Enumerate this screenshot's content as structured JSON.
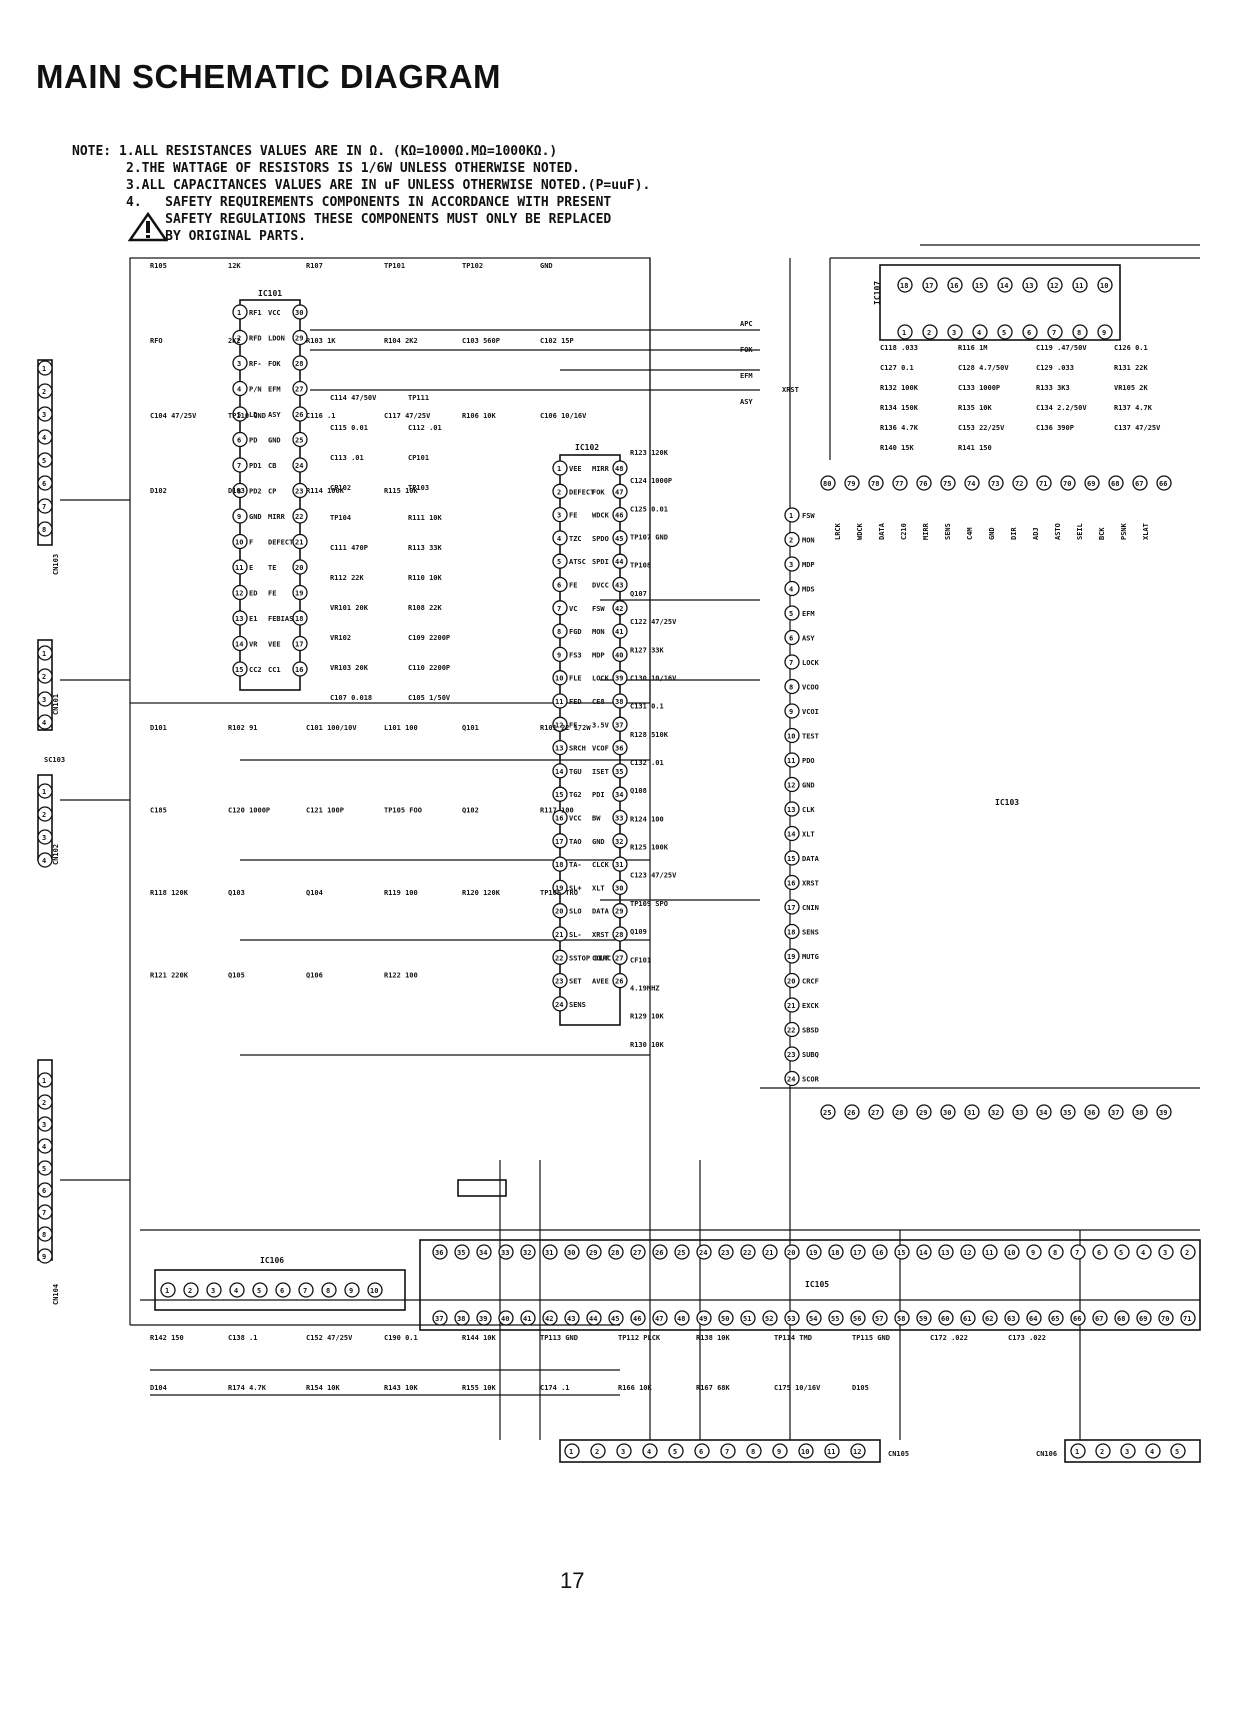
{
  "title": "MAIN SCHEMATIC DIAGRAM",
  "notes": {
    "label": "NOTE:",
    "lines": [
      "1.ALL RESISTANCES VALUES ARE IN Ω. (KΩ=1000Ω.MΩ=1000KΩ.)",
      "2.THE WATTAGE OF RESISTORS IS 1/6W UNLESS OTHERWISE NOTED.",
      "3.ALL CAPACITANCES VALUES ARE IN uF UNLESS OTHERWISE NOTED.(P=uuF).",
      "4.   SAFETY REQUIREMENTS COMPONENTS IN ACCORDANCE WITH PRESENT",
      "     SAFETY REGULATIONS THESE COMPONENTS MUST ONLY BE REPLACED",
      "     BY ORIGINAL PARTS."
    ]
  },
  "page_number": "17",
  "ics": {
    "ic101": {
      "label": "IC101",
      "pins_left": [
        "RF1",
        "RFD",
        "RF-",
        "P/N",
        "LD",
        "PD",
        "PD1",
        "PD2",
        "GND",
        "F",
        "E",
        "ED",
        "E1",
        "VR",
        "CC2"
      ],
      "pins_right": [
        "VCC",
        "LDON",
        "FOK",
        "EFM",
        "ASY",
        "GND",
        "CB",
        "CP",
        "MIRR",
        "DEFECT",
        "TE",
        "FE",
        "FEBIAS",
        "VEE",
        "CC1"
      ]
    },
    "ic102": {
      "label": "IC102",
      "pins_left": [
        "VEE",
        "DEFECT",
        "FE",
        "TZC",
        "ATSC",
        "FE",
        "VC",
        "FGD",
        "FS3",
        "FLE",
        "FED",
        "FE-",
        "SRCH",
        "TGU",
        "TG2",
        "VCC",
        "TAO",
        "TA-",
        "SL+",
        "SLO",
        "SL-",
        "SSTOP DIRC",
        "SET",
        "SENS"
      ],
      "pins_right": [
        "MIRR",
        "FOK",
        "WDCK",
        "SPDO",
        "SPDI",
        "DVCC",
        "FSW",
        "MON",
        "MDP",
        "LOCK",
        "CE8",
        "3.5V",
        "VCOF",
        "ISET",
        "PDI",
        "BW",
        "GND",
        "CLCK",
        "XLT",
        "DATA",
        "XRST",
        "COUT",
        "AVEE"
      ]
    },
    "ic103": {
      "label": "IC103",
      "pins_left": [
        "FSW",
        "MON",
        "MDP",
        "MDS",
        "EFM",
        "ASY",
        "LOCK",
        "VCOO",
        "VCOI",
        "TEST",
        "PDO",
        "GND",
        "CLK",
        "XLT",
        "DATA",
        "XRST",
        "CNIN",
        "SENS",
        "MUTG",
        "CRCF",
        "EXCK",
        "SBSD",
        "SUBQ",
        "SCOR"
      ]
    },
    "ic105": {
      "label": "IC105"
    },
    "ic106": {
      "label": "IC106"
    },
    "ic107": {
      "label": "IC107"
    }
  },
  "components": [
    "R105",
    "12K",
    "R107",
    "TP101",
    "TP102",
    "GND",
    "RFO",
    "2K2",
    "R103 1K",
    "R104 2K2",
    "C103 560P",
    "C102 15P",
    "C104 47/25V",
    "TP110 GND",
    "C116 .1",
    "C117 47/25V",
    "R106 10K",
    "C106 10/16V",
    "D102",
    "D103",
    "R114 100K",
    "R115 10K",
    "C114 47/50V",
    "TP111",
    "C115 0.01",
    "C112 .01",
    "C113 .01",
    "CP101",
    "CP102",
    "TP103",
    "TP104",
    "R111 10K",
    "C111 470P",
    "R113 33K",
    "R112 22K",
    "R110 10K",
    "VR101 20K",
    "R108 22K",
    "VR102",
    "C109 2200P",
    "VR103 20K",
    "C110 2200P",
    "C107 0.018",
    "C105 1/50V",
    "D101",
    "R102 91",
    "C101 100/10V",
    "L101 100",
    "Q101",
    "R101 22 1/2W",
    "C185",
    "C120 1000P",
    "C121 100P",
    "TP105 FOO",
    "Q102",
    "R117 100",
    "R118 120K",
    "Q103",
    "Q104",
    "R119 100",
    "R120 120K",
    "TP106 TRO",
    "R121 220K",
    "Q105",
    "Q106",
    "R122 100",
    "R123 120K",
    "C124 1000P",
    "C125 0.01",
    "TP107 GND",
    "TP108",
    "Q107",
    "C122 47/25V",
    "R127 33K",
    "C130 10/16V",
    "C131 0.1",
    "R128 510K",
    "C132 .01",
    "Q108",
    "R124 100",
    "R125 100K",
    "C123 47/25V",
    "TP109 SPO",
    "Q109",
    "CF101",
    "4.19MHZ",
    "R129 10K",
    "R130 10K",
    "C118 .033",
    "R116 1M",
    "C119 .47/50V",
    "C126 0.1",
    "C127 0.1",
    "C128 4.7/50V",
    "C129 .033",
    "R131 22K",
    "R132 100K",
    "C133 1000P",
    "R133 3K3",
    "VR105 2K",
    "R134 150K",
    "R135 10K",
    "C134 2.2/50V",
    "R137 4.7K",
    "R136 4.7K",
    "C153 22/25V",
    "C136 390P",
    "C137 47/25V",
    "R140 15K",
    "R141 150",
    "R142 150",
    "C138 .1",
    "C152 47/25V",
    "C190 0.1",
    "R144 10K",
    "TP113 GND",
    "TP112 PLCK",
    "R138 10K",
    "TP114 TMD",
    "TP115 GND",
    "C172 .022",
    "C173 .022",
    "D104",
    "R174 4.7K",
    "R154 10K",
    "R143 10K",
    "R155 10K",
    "C174 .1",
    "R166 10K",
    "R167 68K",
    "C175 10/16V",
    "D105"
  ],
  "connectors": [
    "CN103",
    "CN101",
    "SC103",
    "CN102",
    "CN104",
    "CN105",
    "CN106"
  ],
  "signals": [
    "APC",
    "FOK",
    "EFM",
    "ASY",
    "XRST",
    "LRCK",
    "WDCK",
    "DATA",
    "C210",
    "MIRR",
    "SENS",
    "C4M",
    "GND",
    "DIR",
    "ADJ",
    "ASTO",
    "SEIL",
    "BCK",
    "PSNK",
    "XLAT"
  ]
}
